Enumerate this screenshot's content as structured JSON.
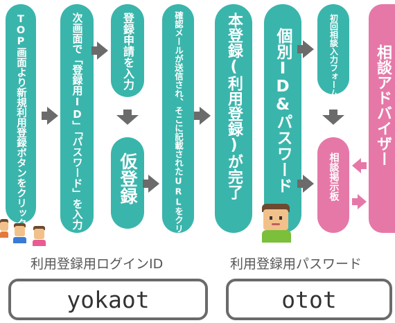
{
  "steps": {
    "step1": "TOP画面より新規利用登録ボタンをクリック",
    "step2": "次画面で「登録用ID」「パスワード」を入力",
    "step3a": "登録申請を入力",
    "step3b": "仮登録",
    "step4": "確認メールが送信され、そこに記載されたURLをクリック",
    "step5": "本登録(利用登録)が完了",
    "step6": "個別ID&パスワード",
    "step7a": "初回相談入力フォーム",
    "step7b": "相談掲示板",
    "advisor": "相談アドバイザー"
  },
  "credentials": {
    "login_id_label": "利用登録用ログインID",
    "login_id_value": "yokaot",
    "password_label": "利用登録用パスワード",
    "password_value": "otot"
  },
  "colors": {
    "teal": "#3ab5ac",
    "pink": "#e678a8",
    "arrow": "#6b6b6b"
  }
}
